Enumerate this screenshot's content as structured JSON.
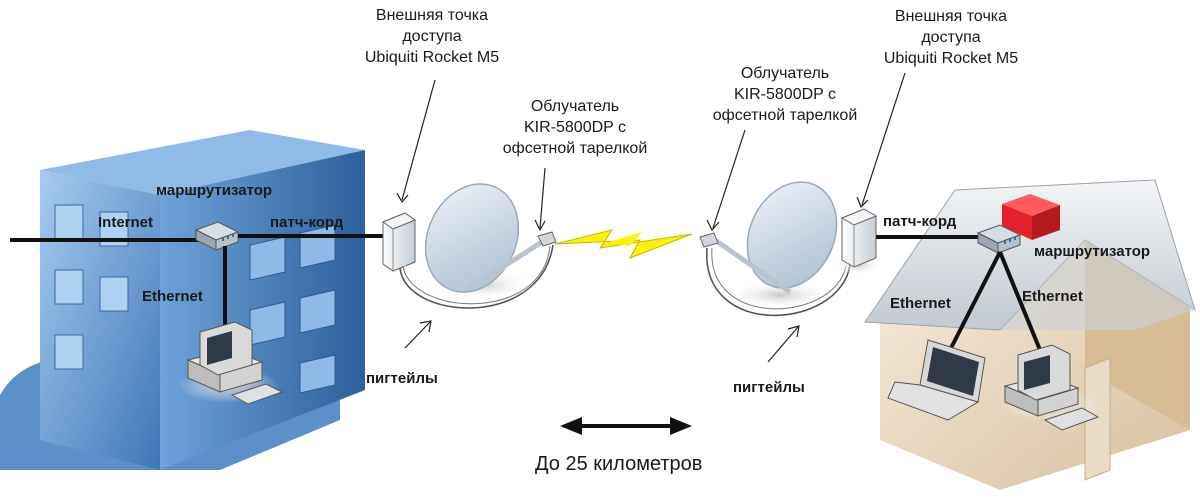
{
  "labels": {
    "left_ap": [
      "Внешняя точка",
      "доступа",
      "Ubiquiti Rocket M5"
    ],
    "right_ap": [
      "Внешняя точка",
      "доступа",
      "Ubiquiti Rocket M5"
    ],
    "left_feed": [
      "Облучатель",
      "KIR-5800DP с",
      "офсетной тарелкой"
    ],
    "right_feed": [
      "Облучатель",
      "KIR-5800DP с",
      "офсетной тарелкой"
    ],
    "left_router": "маршрутизатор",
    "right_router": "маршрутизатор",
    "internet": "Internet",
    "left_patch": "патч-корд",
    "right_patch": "патч-корд",
    "left_ethernet": "Ethernet",
    "right_ethernet_1": "Ethernet",
    "right_ethernet_2": "Ethernet",
    "left_pigtails": "пигтейлы",
    "right_pigtails": "пигтейлы",
    "distance": "До 25 километров"
  },
  "colors": {
    "building": "#4f86c4",
    "building_front": "#7fb0df",
    "house_wall": "#e9d6bd",
    "roof": "#d8dde3",
    "chimney": "#e8232c",
    "lightning": "#fff200",
    "dish": "#c9d7e4"
  }
}
